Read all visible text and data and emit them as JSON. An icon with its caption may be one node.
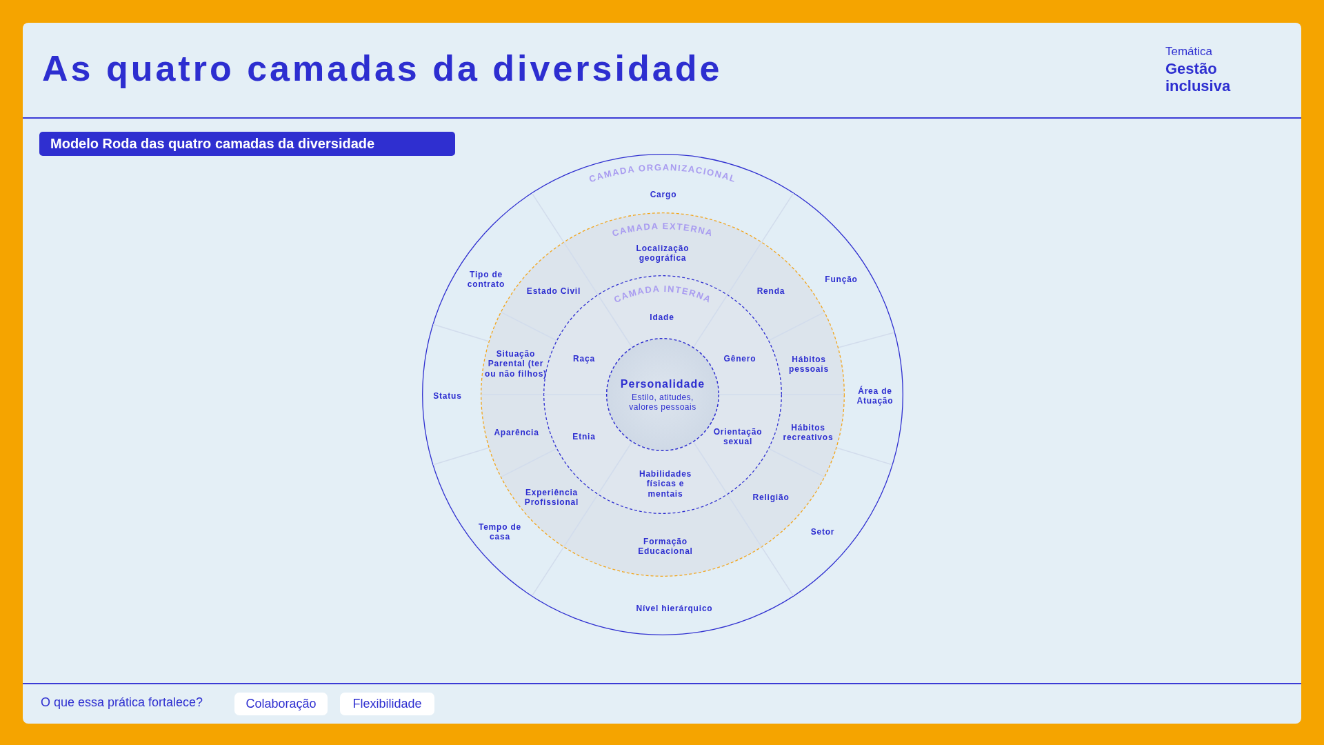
{
  "diagram": {
    "title": "As quatro camadas da diversidade",
    "nodes": [
      {
        "text": [
          "Modelo Roda das quatro camadas da diversidade"
        ]
      },
      {
        "text": [
          "CAMADA ORGANIZACIONAL"
        ]
      },
      {
        "text": [
          "CAMADA EXTERNA"
        ],
        "in": 1
      },
      {
        "text": [
          "CAMADA INTERNA"
        ],
        "in": 2
      },
      {
        "text": [
          "Personalidade",
          "Estilo, atitudes, valores pessoais"
        ],
        "in": 3
      },
      {
        "text": [
          "Colaboração"
        ]
      },
      {
        "text": [
          "Flexibilidade"
        ]
      }
    ],
    "labels": [
      "Temática",
      "Gestão inclusiva",
      "Cargo",
      "Localização geográfica",
      "Tipo de contrato",
      "Estado Civil",
      "Função",
      "Renda",
      "Idade",
      "Situação Parental (ter ou não filhos)",
      "Raça",
      "Gênero",
      "Hábitos pessoais",
      "Status",
      "Área de Atuação",
      "Aparência",
      "Etnia",
      "Orientação sexual",
      "Hábitos recreativos",
      "Habilidades físicas e mentais",
      "Religião",
      "Experiência Profissional",
      "Tempo de casa",
      "Setor",
      "Formação Educacional",
      "Nível hierárquico",
      "O que essa prática fortalece?"
    ]
  }
}
